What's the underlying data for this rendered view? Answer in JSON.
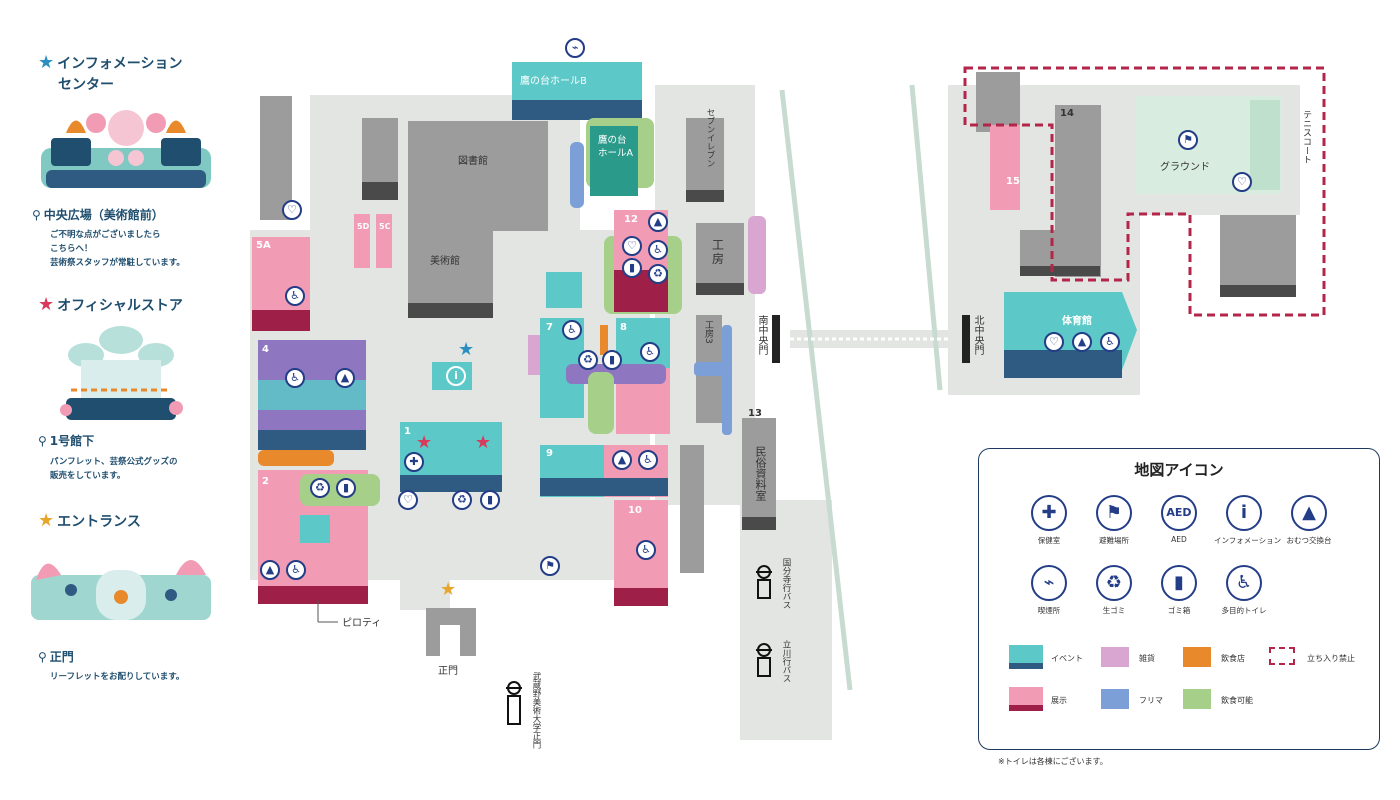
{
  "sidebar": {
    "info_center": {
      "title_line1": "インフォメーション",
      "title_line2": "センター",
      "location": "中央広場（美術館前）",
      "desc_line1": "ご不明な点がございましたら",
      "desc_line2": "こちらへ！",
      "desc_line3": "芸術祭スタッフが常駐しています。"
    },
    "official_store": {
      "title": "オフィシャルストア",
      "location": "1号館下",
      "desc_line1": "パンフレット、芸祭公式グッズの",
      "desc_line2": "販売をしています。"
    },
    "entrance": {
      "title": "エントランス",
      "location": "正門",
      "desc": "リーフレットをお配りしています。"
    }
  },
  "map": {
    "buildings": {
      "hall_b": "鷹の台ホールB",
      "hall_a_line1": "鷹の台",
      "hall_a_line2": "ホールA",
      "library": "図書館",
      "museum": "美術館",
      "seven_eleven": "セブンイレブン",
      "workshop": "工房",
      "workshop3": "工房3",
      "folk_museum": "民俗資料室",
      "ground": "グラウンド",
      "gym": "体育館",
      "tennis": "テニスコート",
      "piloti": "ピロティ",
      "main_gate": "正門",
      "south_gate": "南中央門",
      "north_gate": "北中央門",
      "bus_kokubunji": "国分寺行バス",
      "bus_tachikawa": "立川行バス",
      "bus_musabi": "武蔵野美術大学正門"
    },
    "numbers": {
      "b5a": "5A",
      "b5d": "5D",
      "b5c": "5C",
      "b4": "4",
      "b2": "2",
      "b1": "1",
      "b7": "7",
      "b8": "8",
      "b9": "9",
      "b10": "10",
      "b12": "12",
      "b13": "13",
      "b14": "14",
      "b15": "15"
    }
  },
  "legend": {
    "title": "地図アイコン",
    "icons": [
      "保健室",
      "避難場所",
      "AED",
      "インフォメーション",
      "おむつ交換台",
      "喫煙所",
      "生ゴミ",
      "ゴミ箱",
      "多目的トイレ"
    ],
    "icon_names": [
      "cross-icon",
      "evacuation-icon",
      "aed-icon",
      "info-icon",
      "diaper-icon",
      "smoking-icon",
      "compost-icon",
      "trash-icon",
      "wheelchair-icon"
    ],
    "categories": [
      "イベント",
      "雑貨",
      "飲食店",
      "立ち入り禁止",
      "展示",
      "フリマ",
      "飲食可能"
    ],
    "colors": {
      "event": "#5cc8c8",
      "goods": "#d9a6d2",
      "food_shop": "#e8892c",
      "no_entry": "#b4254a",
      "exhibit": "#f29bb4",
      "flea": "#7b9fd6",
      "eating_ok": "#a6d08a"
    },
    "aed_label": "AED",
    "note": "※トイレは各棟にございます。"
  }
}
